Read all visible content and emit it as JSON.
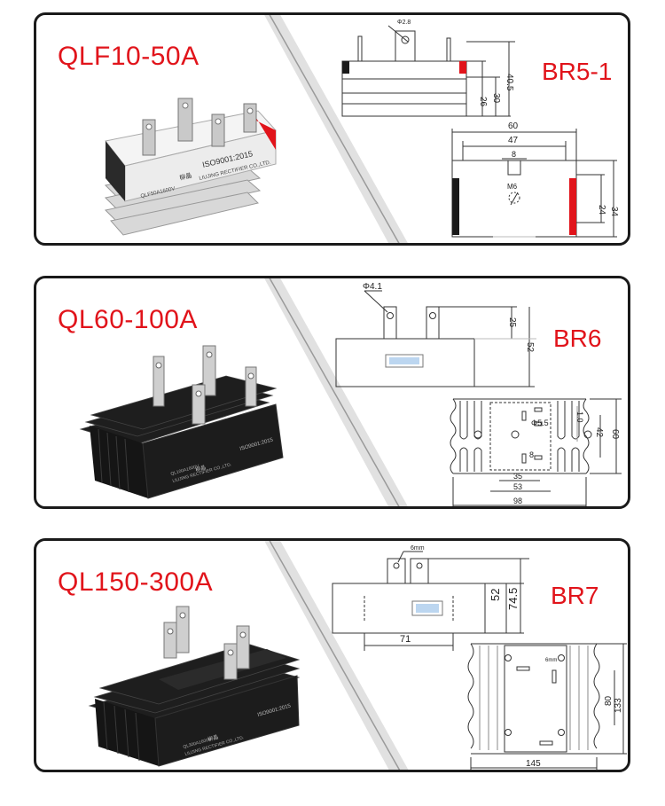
{
  "panels": [
    {
      "model": "QLF10-50A",
      "package": "BR5-1",
      "photo_text": {
        "brand": "柳晶",
        "label_1": "ISO9001:2015",
        "label_2": "LIUJING RECTIFIER CO.,LTD.",
        "part": "QLF50A1600V"
      },
      "dims": {
        "hole": "Φ2.8",
        "d1": "40.5",
        "d2": "30",
        "d3": "26",
        "w1": "60",
        "w2": "47",
        "w3": "8",
        "thread": "M6",
        "h1": "34",
        "h2": "24"
      }
    },
    {
      "model": "QL60-100A",
      "package": "BR6",
      "photo_text": {
        "brand": "柳晶",
        "label_1": "ISO9001:2015",
        "label_2": "LIUJING RECTIFIER CO.,LTD.",
        "part": "QL100A1600V"
      },
      "dims": {
        "hole": "Φ4.1",
        "d1": "25",
        "d2": "52",
        "hole2": "Φ5.5",
        "d3": "1.0",
        "d4": "42",
        "d5": "60",
        "w1": "8",
        "w2": "35",
        "w3": "53",
        "w4": "98"
      }
    },
    {
      "model": "QL150-300A",
      "package": "BR7",
      "photo_text": {
        "brand": "柳晶",
        "label_1": "ISO9001:2015",
        "label_2": "LIUJING RECTIFIER CO.,LTD.",
        "part": "QL300A1600V"
      },
      "dims": {
        "hole": "6mm",
        "d1": "52",
        "d2": "74.5",
        "w1": "71",
        "hole2": "6mm",
        "h1": "80",
        "h2": "133",
        "w2": "145"
      }
    }
  ],
  "colors": {
    "accent": "#e1141b",
    "border": "#1a1a1a",
    "line": "#333333"
  }
}
